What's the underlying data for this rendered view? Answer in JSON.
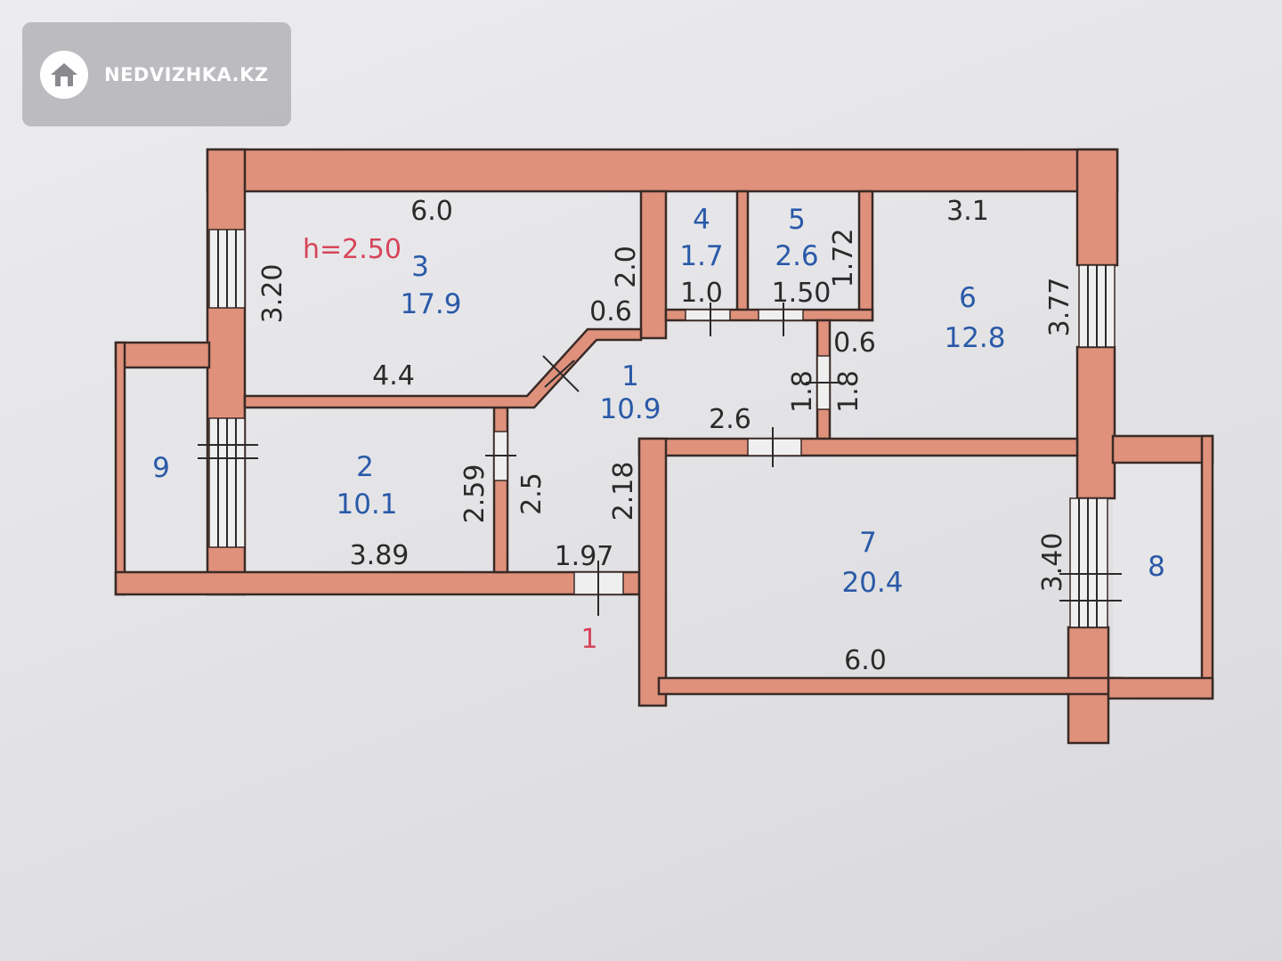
{
  "logo": {
    "text": "NEDVIZHKA.KZ",
    "icon": "house-icon"
  },
  "ceiling_height": "h=2.50",
  "entrance_label": "1",
  "rooms": [
    {
      "number": "1",
      "area": "10.9"
    },
    {
      "number": "2",
      "area": "10.1"
    },
    {
      "number": "3",
      "area": "17.9"
    },
    {
      "number": "4",
      "area": "1.7"
    },
    {
      "number": "5",
      "area": "2.6"
    },
    {
      "number": "6",
      "area": "12.8"
    },
    {
      "number": "7",
      "area": "20.4"
    },
    {
      "number": "8",
      "area": ""
    },
    {
      "number": "9",
      "area": ""
    }
  ],
  "dimensions": {
    "r3_top": "6.0",
    "r3_left": "3.20",
    "r3_bottom": "4.4",
    "r3_right": "2.0",
    "r3_diag": "0.6",
    "r4_bottom": "1.0",
    "r5_bottom": "1.50",
    "r5_right": "1.72",
    "r6_top": "3.1",
    "r6_right": "3.77",
    "r6_small": "0.6",
    "r6_left": "1.8",
    "r1_right": "1.8",
    "r1_bottom": "2.6",
    "r1_left": "2.5",
    "r1_low": "2.18",
    "r1_door": "1.97",
    "r2_right": "2.59",
    "r2_bottom": "3.89",
    "r7_right": "3.40",
    "r7_bottom": "6.0"
  },
  "colors": {
    "wall": "#df917b",
    "room_number": "#2a5aa8",
    "height": "#d6455a"
  }
}
